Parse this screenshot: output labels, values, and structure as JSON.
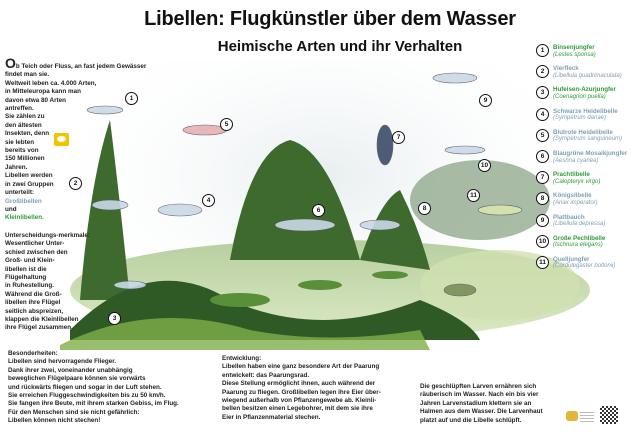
{
  "header": {
    "title": "Libellen: Flugkünstler über dem Wasser",
    "subtitle": "Heimische Arten und ihr Verhalten"
  },
  "intro": {
    "drop_cap": "O",
    "lines": [
      "b Teich oder Fluss, an fast jedem Gewässer",
      "findet man sie.",
      "Weltweit leben ca. 4.000 Arten,",
      "in Mitteleuropa kann man",
      "davon etwa 80 Arten",
      "antreffen.",
      "Sie zählen zu",
      "den ältesten",
      "Insekten, denn",
      "sie lebten",
      "bereits von",
      "150 Millionen",
      "Jahren.",
      "Libellen werden",
      "in zwei Gruppen",
      "unterteilt:"
    ],
    "grosslibellen": "Großlibellen",
    "und": "und",
    "kleinlibellen": "Kleinlibellen."
  },
  "unterschied": {
    "heading": "Unterscheidungs-merkmale:",
    "lines": [
      "Wesentlicher Unter-",
      "schied zwischen den",
      "Groß- und Klein-",
      "libellen ist die",
      "Flügelhaltung",
      "in Ruhestellung.",
      "Während die Groß-",
      "libellen ihre Flügel",
      "seitlich abspreizen,",
      "klappen die Kleinlibellen",
      "ihre Flügel zusammen."
    ]
  },
  "besonderheiten": {
    "heading": "Besonderheiten:",
    "lines": [
      "Libellen sind hervorragende Flieger.",
      "Dank ihrer zwei, voneinander unabhängig",
      "beweglichen Flügelpaare können sie vorwärts",
      "und rückwärts fliegen und sogar in der Luft stehen.",
      "Sie erreichen Fluggeschwindigkeiten bis zu 50 km/h.",
      "Sie fangen ihre Beute, mit ihrem starken Gebiss, im Flug.",
      "Für den Menschen sind sie nicht gefährlich:",
      "Libellen können nicht stechen!"
    ]
  },
  "entwicklung": {
    "heading": "Entwicklung:",
    "lines": [
      "Libellen haben eine ganz besondere Art der Paarung",
      "entwickelt: das Paarungsrad.",
      "Diese Stellung ermöglicht ihnen, auch während der",
      "Paarung zu fliegen. Großlibellen legen ihre Eier über-",
      "wiegend außerhalb von Pflanzengewebe ab. Kleinli-",
      "bellen besitzen einen Legebohrer, mit dem sie ihre",
      "Eier in Pflanzenmaterial stechen."
    ]
  },
  "larven": {
    "lines": [
      "Die geschlüpften Larven ernähren sich",
      "räuberisch im Wasser. Nach ein bis vier",
      "Jahren Larvenstadium klettern sie an",
      "Halmen aus dem Wasser. Die Larvenhaut",
      "platzt auf und die Libelle schlüpft."
    ]
  },
  "colors": {
    "kleinlibellen": "#2f9a3a",
    "grosslibellen": "#7f9fb5"
  },
  "species": [
    {
      "n": "1",
      "name": "Binsenjungfer",
      "latin": "(Lestes sponsa)",
      "group": "green"
    },
    {
      "n": "2",
      "name": "Vierfleck",
      "latin": "(Libellula quadrimaculata)",
      "group": "blue"
    },
    {
      "n": "3",
      "name": "Hufeisen-Azurjungfer",
      "latin": "(Coenagrion puella)",
      "group": "green"
    },
    {
      "n": "4",
      "name": "Schwarze Heidelibelle",
      "latin": "(Sympetrum danae)",
      "group": "blue"
    },
    {
      "n": "5",
      "name": "Blutrote Heidelibelle",
      "latin": "(Sympetrum sanguineum)",
      "group": "blue"
    },
    {
      "n": "6",
      "name": "Blaugrüne Mosaikjungfer",
      "latin": "(Aeshna cyanea)",
      "group": "blue"
    },
    {
      "n": "7",
      "name": "Prachtlibelle",
      "latin": "(Calopteryx virgo)",
      "group": "green"
    },
    {
      "n": "8",
      "name": "Königslibelle",
      "latin": "(Anax imperator)",
      "group": "blue"
    },
    {
      "n": "9",
      "name": "Plattbauch",
      "latin": "(Libellula depressa)",
      "group": "blue"
    },
    {
      "n": "10",
      "name": "Große Pechlibelle",
      "latin": "(Ischnura elegans)",
      "group": "green"
    },
    {
      "n": "11",
      "name": "Quelljungfer",
      "latin": "(Cordulegaster boltonii)",
      "group": "blue"
    }
  ],
  "callouts": [
    "1",
    "2",
    "3",
    "4",
    "5",
    "6",
    "7",
    "8",
    "9",
    "10",
    "11"
  ]
}
